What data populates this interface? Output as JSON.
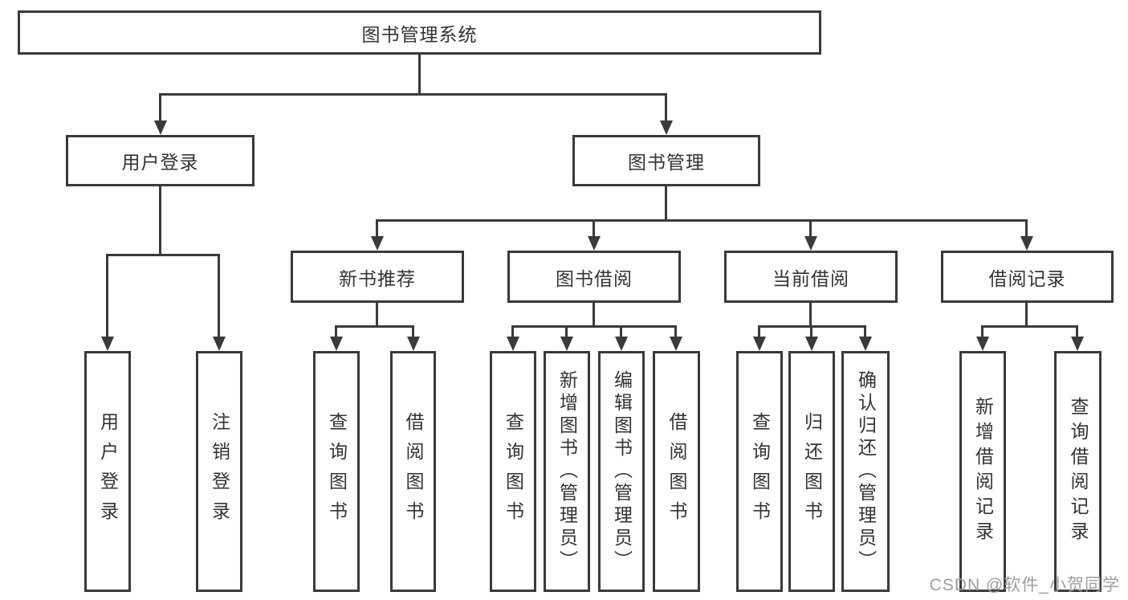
{
  "colors": {
    "line": "#3a3a3a",
    "text": "#333333",
    "watermark": "#9e9e9e",
    "background": "#ffffff"
  },
  "tree": {
    "root": {
      "label": "图书管理系统"
    },
    "level2": [
      {
        "label": "用户登录",
        "children": [
          {
            "label": "用户登录"
          },
          {
            "label": "注销登录"
          }
        ]
      },
      {
        "label": "图书管理",
        "children": [
          {
            "label": "新书推荐",
            "children": [
              {
                "label": "查询图书"
              },
              {
                "label": "借阅图书"
              }
            ]
          },
          {
            "label": "图书借阅",
            "children": [
              {
                "label": "查询图书"
              },
              {
                "label": "新增图书（管理员）"
              },
              {
                "label": "编辑图书（管理员）"
              },
              {
                "label": "借阅图书"
              }
            ]
          },
          {
            "label": "当前借阅",
            "children": [
              {
                "label": "查询图书"
              },
              {
                "label": "归还图书"
              },
              {
                "label": "确认归还（管理员）"
              }
            ]
          },
          {
            "label": "借阅记录",
            "children": [
              {
                "label": "新增借阅记录"
              },
              {
                "label": "查询借阅记录"
              }
            ]
          }
        ]
      }
    ]
  },
  "watermark": {
    "text": "CSDN @软件_小贺同学"
  }
}
